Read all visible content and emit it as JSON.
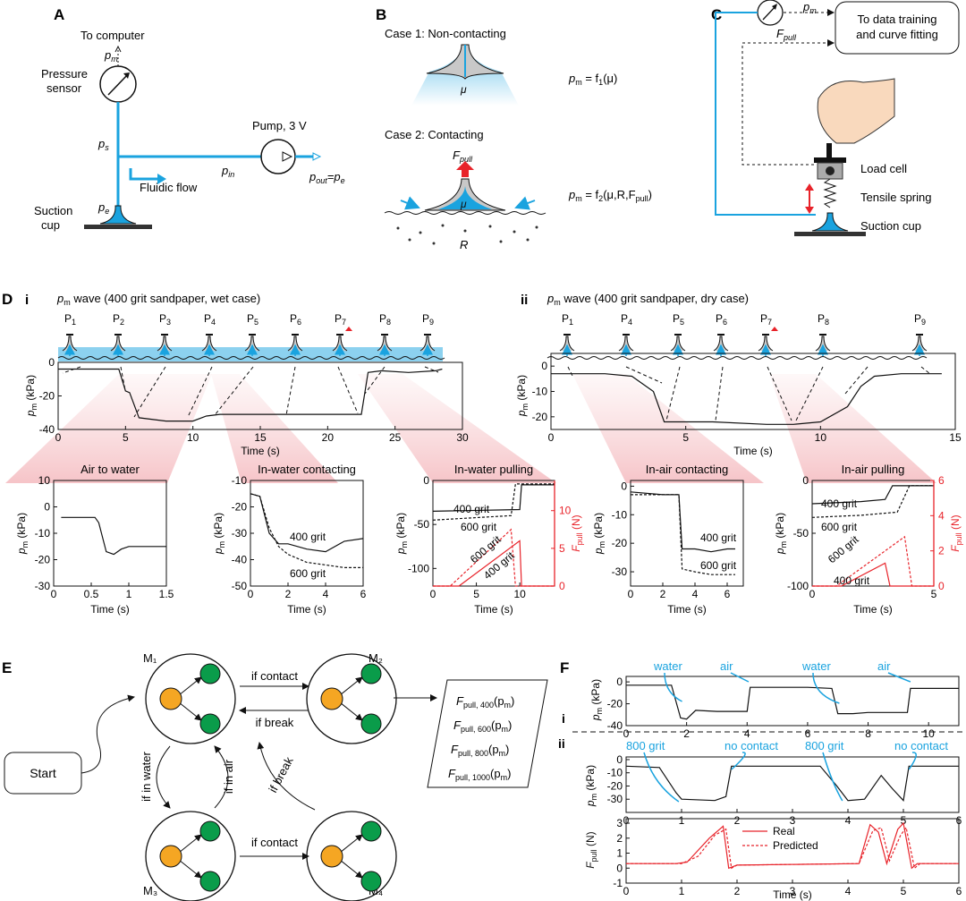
{
  "panels": {
    "A": "A",
    "B": "B",
    "C": "C",
    "D": "D",
    "E": "E",
    "F": "F"
  },
  "colors": {
    "blue": "#1aa3df",
    "red": "#e8232a",
    "orange": "#f5a623",
    "green": "#0a9c4a",
    "pink": "#f6c9cc",
    "black": "#111111"
  },
  "A": {
    "to_computer": "To computer",
    "pm": "p",
    "pm_sub": "m",
    "pressure_sensor": [
      "Pressure",
      "sensor"
    ],
    "ps": "p",
    "ps_sub": "s",
    "pe": "p",
    "pe_sub": "e",
    "pin": "p",
    "pin_sub": "in",
    "pout": "p",
    "pout_sub": "out",
    "pout_eq": "=p",
    "pout_eq_sub": "e",
    "pump": "Pump, 3 V",
    "fluidic_flow": "Fluidic flow",
    "suction_cup": [
      "Suction",
      "cup"
    ]
  },
  "B": {
    "case1": "Case 1: Non-contacting",
    "case2": "Case 2: Contacting",
    "mu": "μ",
    "R": "R",
    "F": "F",
    "F_sub": "pull",
    "eq1": "p",
    "eq1_sub": "m",
    "eq1_rest": " = f",
    "eq1_fsub": "1",
    "eq1_arg": "(μ)",
    "eq2": "p",
    "eq2_sub": "m",
    "eq2_rest": " = f",
    "eq2_fsub": "2",
    "eq2_arg": "(μ,R,F",
    "eq2_argsub": "pull",
    "eq2_close": ")"
  },
  "C": {
    "pm": "p",
    "pm_sub": "m",
    "F": "F",
    "F_sub": "pull",
    "box": [
      "To data training",
      "and curve fitting"
    ],
    "load_cell": "Load cell",
    "tensile_spring": "Tensile spring",
    "suction_cup": "Suction cup"
  },
  "D": {
    "i": "i",
    "ii": "ii",
    "title_i": " wave (400 grit sandpaper, wet case)",
    "title_ii": " wave (400 grit sandpaper, dry case)",
    "pm": "p",
    "pm_sub": "m",
    "ylabel": "(kPa)",
    "xlabel": "Time (s)",
    "states_i": [
      "1",
      "2",
      "3",
      "4",
      "5",
      "6",
      "7",
      "8",
      "9"
    ],
    "states_ii": [
      "1",
      "4",
      "5",
      "6",
      "7",
      "8",
      "9"
    ],
    "P": "P",
    "subplots": [
      {
        "title": "Air to water"
      },
      {
        "title": "In-water contacting",
        "l400": "400 grit",
        "l600": "600 grit"
      },
      {
        "title": "In-water pulling",
        "l400": "400 grit",
        "l600": "600 grit"
      },
      {
        "title": "In-air contacting",
        "l400": "400 grit",
        "l600": "600 grit"
      },
      {
        "title": "In-air pulling",
        "l400": "400 grit",
        "l600": "600 grit"
      }
    ],
    "fpull_label": "(N)"
  },
  "E": {
    "start": "Start",
    "M1": "M₁",
    "M2": "M₂",
    "M3": "M₃",
    "M4": "M₄",
    "if_contact": "if contact",
    "if_break": "if break",
    "if_in_water": "if in water",
    "if_in_air": "if in air",
    "outputs": [
      {
        "sub": "pull, 400",
        "arg": "(p",
        "argsub": "m",
        "close": ")"
      },
      {
        "sub": "pull, 600",
        "arg": "(p",
        "argsub": "m",
        "close": ")"
      },
      {
        "sub": "pull, 800",
        "arg": "(p",
        "argsub": "m",
        "close": ")"
      },
      {
        "sub": "pull, 1000",
        "arg": "(p",
        "argsub": "m",
        "close": ")"
      }
    ],
    "F": "F"
  },
  "F": {
    "i": "i",
    "ii": "ii",
    "ann_i": [
      "water",
      "air",
      "water",
      "air"
    ],
    "ann_ii": [
      "800 grit",
      "no contact",
      "800 grit",
      "no contact"
    ],
    "legend": [
      "Real",
      "Predicted"
    ],
    "xlabel": "Time (s)"
  },
  "chart_data": [
    {
      "type": "line",
      "id": "D-i",
      "title": "p_m wave (400 grit sandpaper, wet case)",
      "xlabel": "Time (s)",
      "ylabel": "p_m (kPa)",
      "xlim": [
        0,
        30
      ],
      "ylim": [
        -40,
        0
      ],
      "xticks": [
        0,
        5,
        10,
        15,
        20,
        25,
        30
      ],
      "yticks": [
        0,
        -20,
        -40
      ],
      "x": [
        0,
        4.5,
        5,
        5.3,
        6,
        8,
        10,
        11,
        12,
        15,
        20,
        22.5,
        23,
        24,
        26,
        28,
        28.5
      ],
      "y": [
        -4,
        -4,
        -17,
        -18,
        -33,
        -35,
        -35,
        -32,
        -31,
        -31,
        -31,
        -31,
        -6,
        -5,
        -6,
        -5,
        -4
      ]
    },
    {
      "type": "line",
      "id": "D-ii",
      "title": "p_m wave (400 grit sandpaper, dry case)",
      "xlabel": "Time (s)",
      "ylabel": "p_m (kPa)",
      "xlim": [
        0,
        15
      ],
      "ylim": [
        -25,
        5
      ],
      "xticks": [
        0,
        5,
        10,
        15
      ],
      "yticks": [
        0,
        -10,
        -20
      ],
      "x": [
        0,
        1,
        2,
        3,
        3.8,
        4.2,
        6,
        8,
        9,
        10,
        11,
        11.5,
        12,
        13,
        14.5
      ],
      "y": [
        -3,
        -3,
        -3,
        -4,
        -10,
        -22,
        -22,
        -23,
        -23,
        -22,
        -16,
        -8,
        -4,
        -3,
        -3
      ]
    },
    {
      "type": "line",
      "id": "D-air-to-water",
      "title": "Air to water",
      "xlabel": "Time (s)",
      "ylabel": "p_m (kPa)",
      "xlim": [
        0,
        1.5
      ],
      "ylim": [
        -30,
        10
      ],
      "xticks": [
        0,
        0.5,
        1,
        1.5
      ],
      "yticks": [
        10,
        0,
        -10,
        -20,
        -30
      ],
      "x": [
        0.1,
        0.55,
        0.6,
        0.7,
        0.8,
        0.9,
        1.0,
        1.2,
        1.5
      ],
      "y": [
        -4,
        -4,
        -6,
        -17,
        -18,
        -16,
        -15,
        -15,
        -15
      ]
    },
    {
      "type": "line",
      "id": "D-in-water-contacting",
      "title": "In-water contacting",
      "xlabel": "Time (s)",
      "ylabel": "p_m (kPa)",
      "xlim": [
        0,
        6
      ],
      "ylim": [
        -50,
        -10
      ],
      "xticks": [
        0,
        2,
        4,
        6
      ],
      "yticks": [
        -10,
        -20,
        -30,
        -40,
        -50
      ],
      "series": [
        {
          "name": "400 grit",
          "x": [
            0,
            0.5,
            1,
            1.5,
            2,
            3,
            4,
            5,
            6
          ],
          "y": [
            -15,
            -16,
            -30,
            -34,
            -34,
            -36,
            -37,
            -33,
            -32
          ]
        },
        {
          "name": "600 grit",
          "x": [
            0,
            0.5,
            1,
            1.5,
            2,
            3,
            4,
            5,
            6
          ],
          "y": [
            -15,
            -16,
            -28,
            -35,
            -38,
            -41,
            -42,
            -43,
            -43
          ]
        }
      ]
    },
    {
      "type": "line",
      "id": "D-in-water-pulling",
      "title": "In-water pulling",
      "xlabel": "Time (s)",
      "ylabel": "p_m (kPa)",
      "ylabel2": "F_pull (N)",
      "xlim": [
        0,
        14
      ],
      "ylim": [
        -120,
        0
      ],
      "y2lim": [
        0,
        14
      ],
      "xticks": [
        0,
        5,
        10
      ],
      "yticks": [
        0,
        -50,
        -100
      ],
      "y2ticks": [
        0,
        5,
        10
      ],
      "series": [
        {
          "name": "400 grit p_m",
          "x": [
            0,
            10,
            10.2,
            14
          ],
          "y": [
            -35,
            -33,
            -5,
            -5
          ]
        },
        {
          "name": "600 grit p_m",
          "x": [
            0,
            9,
            9.5,
            14
          ],
          "y": [
            -45,
            -40,
            -4,
            -4
          ]
        },
        {
          "name": "400 grit F_pull",
          "x": [
            0,
            3,
            10,
            10.2,
            14
          ],
          "y": [
            0,
            0,
            6,
            0,
            0
          ]
        },
        {
          "name": "600 grit F_pull",
          "x": [
            0,
            2,
            9,
            9.5,
            14
          ],
          "y": [
            0,
            0,
            7.5,
            0,
            0
          ]
        }
      ]
    },
    {
      "type": "line",
      "id": "D-in-air-contacting",
      "title": "In-air contacting",
      "xlabel": "Time (s)",
      "ylabel": "p_m (kPa)",
      "xlim": [
        0,
        7
      ],
      "ylim": [
        -35,
        2
      ],
      "xticks": [
        0,
        2,
        4,
        6
      ],
      "yticks": [
        0,
        -10,
        -20,
        -30
      ],
      "series": [
        {
          "name": "400 grit",
          "x": [
            0,
            2,
            3,
            3.2,
            4,
            5,
            6,
            6.5
          ],
          "y": [
            -2,
            -3,
            -3,
            -22,
            -22,
            -23,
            -22,
            -22
          ]
        },
        {
          "name": "600 grit",
          "x": [
            0,
            2,
            3,
            3.2,
            4,
            5,
            6,
            6.5
          ],
          "y": [
            -3,
            -3,
            -3,
            -29,
            -30,
            -31,
            -31,
            -31
          ]
        }
      ]
    },
    {
      "type": "line",
      "id": "D-in-air-pulling",
      "title": "In-air pulling",
      "xlabel": "Time (s)",
      "ylabel": "p_m (kPa)",
      "ylabel2": "F_pull (N)",
      "xlim": [
        0,
        5
      ],
      "ylim": [
        -100,
        0
      ],
      "y2lim": [
        0,
        6
      ],
      "xticks": [
        0,
        5
      ],
      "yticks": [
        0,
        -50,
        -100
      ],
      "y2ticks": [
        0,
        2,
        4,
        6
      ],
      "series": [
        {
          "name": "400 grit p_m",
          "x": [
            0,
            2,
            3,
            3.3,
            5
          ],
          "y": [
            -22,
            -20,
            -18,
            -5,
            -5
          ]
        },
        {
          "name": "600 grit p_m",
          "x": [
            0,
            2,
            3.5,
            4,
            5
          ],
          "y": [
            -35,
            -33,
            -30,
            -5,
            -5
          ]
        },
        {
          "name": "400 grit F_pull",
          "x": [
            0,
            1.2,
            3,
            3.2,
            5
          ],
          "y": [
            0,
            0,
            1.3,
            0,
            0
          ]
        },
        {
          "name": "600 grit F_pull",
          "x": [
            0,
            1,
            3.8,
            4.1,
            5
          ],
          "y": [
            0,
            0,
            2.8,
            0,
            0
          ]
        }
      ]
    },
    {
      "type": "line",
      "id": "F-i",
      "xlabel": "",
      "ylabel": "p_m (kPa)",
      "xlim": [
        0,
        11
      ],
      "ylim": [
        -40,
        5
      ],
      "xticks": [
        0,
        2,
        4,
        6,
        8,
        10
      ],
      "yticks": [
        0,
        -20,
        -40
      ],
      "x": [
        0,
        1.5,
        1.8,
        2,
        2.3,
        3,
        4,
        4.1,
        5,
        6,
        6.8,
        7,
        7.5,
        8,
        9.3,
        9.4,
        11
      ],
      "y": [
        -3,
        -3,
        -33,
        -34,
        -26,
        -27,
        -27,
        -5,
        -5,
        -5,
        -6,
        -29,
        -29,
        -28,
        -28,
        -6,
        -6
      ]
    },
    {
      "type": "line",
      "id": "F-ii-pm",
      "ylabel": "p_m (kPa)",
      "xlim": [
        0,
        6
      ],
      "ylim": [
        -40,
        2
      ],
      "xticks": [
        0,
        1,
        2,
        3,
        4,
        5,
        6
      ],
      "yticks": [
        0,
        -10,
        -20,
        -30
      ],
      "x": [
        0,
        0.6,
        0.9,
        1.0,
        1.6,
        1.8,
        1.9,
        3.5,
        3.8,
        4.0,
        4.3,
        4.6,
        4.8,
        5.0,
        5.1,
        6
      ],
      "y": [
        -5,
        -6,
        -25,
        -30,
        -31,
        -28,
        -5,
        -5,
        -20,
        -31,
        -30,
        -12,
        -22,
        -31,
        -5,
        -5
      ]
    },
    {
      "type": "line",
      "id": "F-ii-fpull",
      "xlabel": "Time (s)",
      "ylabel": "F_pull (N)",
      "xlim": [
        0,
        6
      ],
      "ylim": [
        -1,
        3.3
      ],
      "xticks": [
        0,
        1,
        2,
        3,
        4,
        5,
        6
      ],
      "yticks": [
        -1,
        0,
        1,
        2,
        3
      ],
      "series": [
        {
          "name": "Real",
          "x": [
            0,
            0.9,
            1.1,
            1.5,
            1.75,
            1.85,
            2,
            4.2,
            4.4,
            4.55,
            4.7,
            4.9,
            5.0,
            5.15,
            5.25,
            6
          ],
          "y": [
            0.3,
            0.3,
            0.4,
            2.0,
            2.8,
            0,
            0.2,
            0.3,
            2.9,
            2.4,
            0.3,
            2.6,
            3.0,
            0,
            0.3,
            0.3
          ]
        },
        {
          "name": "Predicted",
          "x": [
            0,
            1.0,
            1.3,
            1.6,
            1.8,
            1.9,
            2,
            4.2,
            4.45,
            4.6,
            4.75,
            4.95,
            5.05,
            5.2,
            5.3,
            6
          ],
          "y": [
            0.3,
            0.3,
            0.8,
            2.2,
            2.6,
            0,
            0.2,
            0.3,
            2.5,
            2.7,
            0.5,
            2.2,
            2.7,
            0,
            0.3,
            0.3
          ]
        }
      ]
    }
  ]
}
